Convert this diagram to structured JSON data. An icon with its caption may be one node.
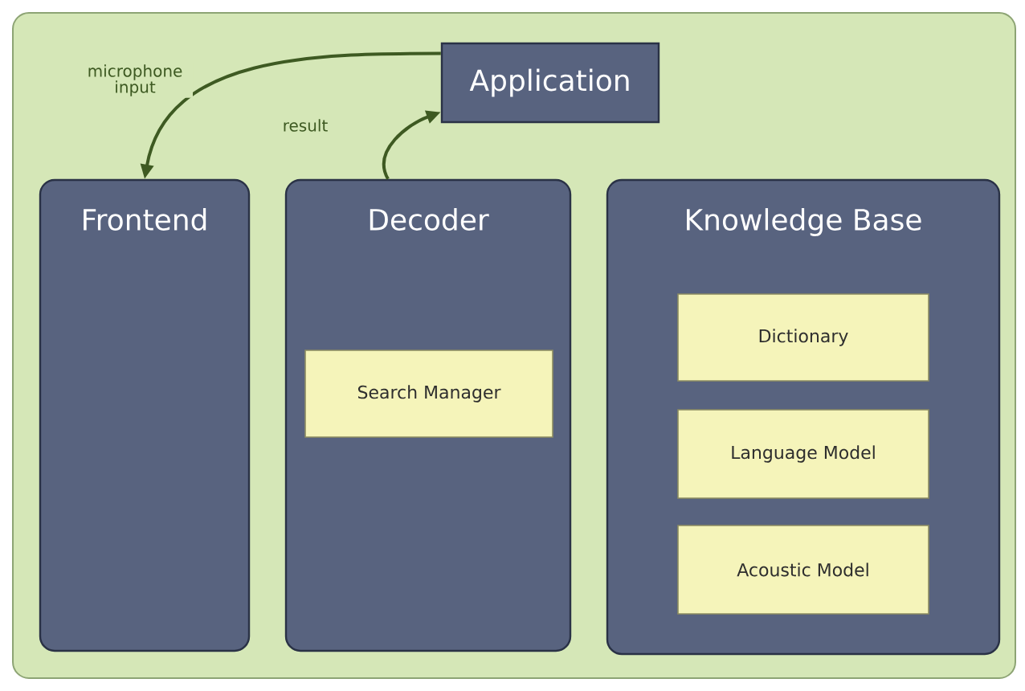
{
  "diagram": {
    "nodes": [
      {
        "text": [
          "Application"
        ]
      },
      {
        "text": [
          "Frontend"
        ]
      },
      {
        "text": [
          "Decoder"
        ]
      },
      {
        "text": [
          "Search Manager"
        ],
        "in": 2
      },
      {
        "text": [
          "Knowledge Base"
        ]
      },
      {
        "text": [
          "Dictionary"
        ],
        "in": 4
      },
      {
        "text": [
          "Language Model"
        ],
        "in": 4
      },
      {
        "text": [
          "Acoustic Model"
        ],
        "in": 4
      }
    ],
    "edges": [
      {
        "from": 0,
        "to": 1,
        "arrow": "to",
        "label": "microphone input"
      },
      {
        "from": 2,
        "to": 0,
        "arrow": "to",
        "label": "result"
      }
    ]
  }
}
